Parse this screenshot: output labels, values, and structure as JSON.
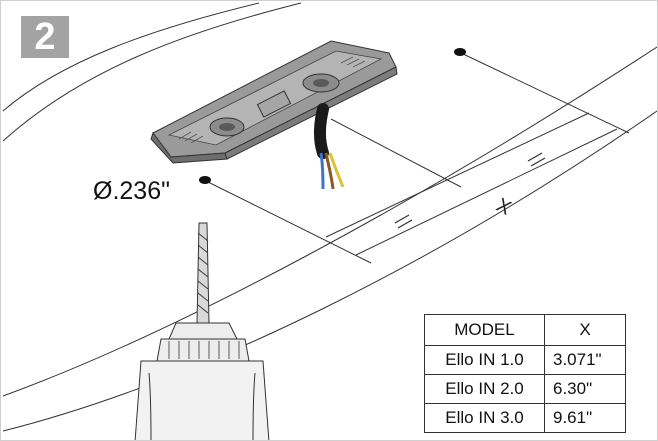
{
  "step": {
    "number": "2"
  },
  "hole": {
    "diameter_label": "Ø.236\""
  },
  "dimensions": {
    "distance_label": "X",
    "equal_mark": "="
  },
  "table": {
    "headers": [
      "MODEL",
      "X"
    ],
    "rows": [
      [
        "Ello IN 1.0",
        "3.071\""
      ],
      [
        "Ello IN 2.0",
        "6.30\""
      ],
      [
        "Ello IN 3.0",
        "9.61\""
      ]
    ]
  },
  "colors": {
    "badge": "#a3a3a3",
    "part_gray": "#8a8a8a",
    "wire_blue": "#3f74c4",
    "wire_brown": "#8a5a2b",
    "wire_yellow": "#d8c23a"
  }
}
